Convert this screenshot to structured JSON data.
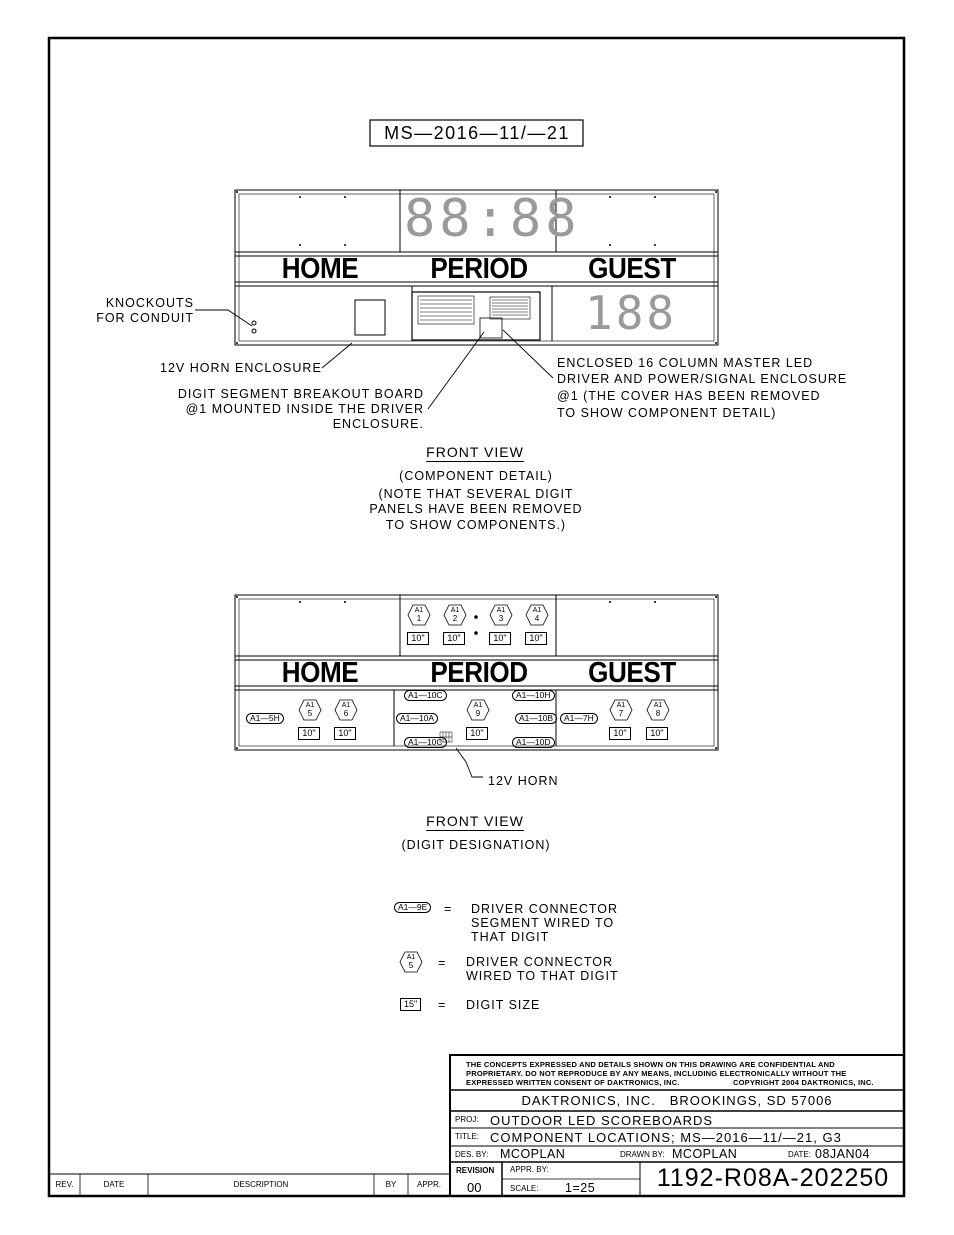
{
  "header": {
    "model_box": "MS—2016—11/—21"
  },
  "board": {
    "clock_digits": "88:88",
    "period_digits": "188",
    "captions": {
      "home": "HOME",
      "period": "PERIOD",
      "guest": "GUEST"
    }
  },
  "callouts": {
    "knockouts": [
      "KNOCKOUTS",
      "FOR CONDUIT"
    ],
    "horn_enclosure": "12V HORN ENCLOSURE",
    "breakout": [
      "DIGIT SEGMENT BREAKOUT BOARD",
      "@1 MOUNTED INSIDE THE DRIVER",
      "ENCLOSURE."
    ],
    "master_driver": [
      "ENCLOSED 16 COLUMN MASTER LED",
      "DRIVER AND POWER/SIGNAL ENCLOSURE",
      "@1 (THE COVER HAS BEEN REMOVED",
      "TO SHOW COMPONENT DETAIL)"
    ],
    "horn": "12V HORN"
  },
  "view1": {
    "title": "FRONT VIEW",
    "subtitle": "(COMPONENT DETAIL)",
    "note": [
      "(NOTE THAT SEVERAL DIGIT",
      "PANELS HAVE BEEN REMOVED",
      "TO SHOW COMPONENTS.)"
    ]
  },
  "view2": {
    "title": "FRONT VIEW",
    "subtitle": "(DIGIT DESIGNATION)",
    "digit_connectors": [
      {
        "top": "A1",
        "num": "1",
        "size": "10\""
      },
      {
        "top": "A1",
        "num": "2",
        "size": "10\""
      },
      {
        "top": "A1",
        "num": "3",
        "size": "10\""
      },
      {
        "top": "A1",
        "num": "4",
        "size": "10\""
      },
      {
        "top": "A1",
        "num": "5",
        "size": "10\""
      },
      {
        "top": "A1",
        "num": "6",
        "size": "10\""
      },
      {
        "top": "A1",
        "num": "9",
        "size": "10\""
      },
      {
        "top": "A1",
        "num": "7",
        "size": "10\""
      },
      {
        "top": "A1",
        "num": "8",
        "size": "10\""
      }
    ],
    "segment_connectors": [
      "A1—5H",
      "A1—10C",
      "A1—10A",
      "A1—10C",
      "A1—10H",
      "A1—10B",
      "A1—10D",
      "A1—7H"
    ]
  },
  "legend": {
    "segment_symbol": "A1—9E",
    "segment_text": [
      "DRIVER CONNECTOR",
      "SEGMENT WIRED TO",
      "THAT DIGIT"
    ],
    "digit_symbol_top": "A1",
    "digit_symbol_num": "5",
    "digit_text": [
      "DRIVER CONNECTOR",
      "WIRED TO THAT DIGIT"
    ],
    "size_symbol": "15\"",
    "size_text": "DIGIT SIZE",
    "equals": "="
  },
  "title_block": {
    "notice": [
      "THE CONCEPTS EXPRESSED AND DETAILS SHOWN ON THIS DRAWING ARE CONFIDENTIAL AND",
      "PROPRIETARY. DO NOT REPRODUCE BY ANY MEANS, INCLUDING ELECTRONICALLY WITHOUT THE",
      "EXPRESSED WRITTEN CONSENT OF DAKTRONICS, INC."
    ],
    "copyright": "COPYRIGHT 2004 DAKTRONICS, INC.",
    "company": "DAKTRONICS, INC.   BROOKINGS, SD 57006",
    "proj_label": "PROJ:",
    "proj": "OUTDOOR LED SCOREBOARDS",
    "title_label": "TITLE:",
    "title": "COMPONENT LOCATIONS; MS—2016—11/—21, G3",
    "des_label": "DES. BY:",
    "des": "MCOPLAN",
    "drawn_label": "DRAWN BY:",
    "drawn": "MCOPLAN",
    "date_label": "DATE:",
    "date": "08JAN04",
    "revision_label": "REVISION",
    "revision": "00",
    "appr_label": "APPR. BY:",
    "scale_label": "SCALE:",
    "scale": "1=25",
    "drawing_number": "1192-R08A-202250"
  },
  "revision_table": {
    "headers": [
      "REV.",
      "DATE",
      "DESCRIPTION",
      "BY",
      "APPR."
    ]
  }
}
